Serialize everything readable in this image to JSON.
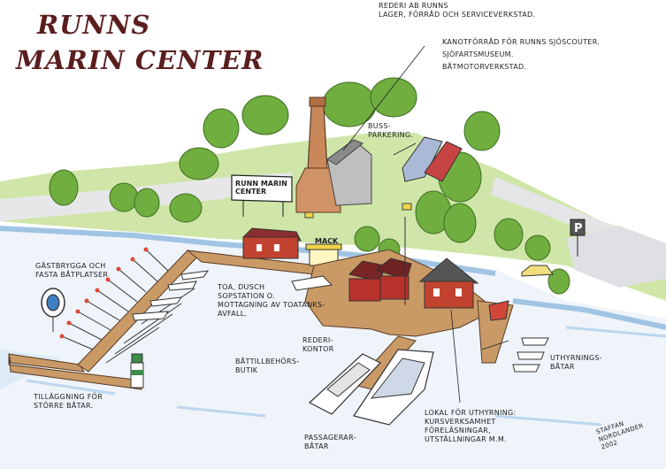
{
  "title": {
    "line1": "RUNNS",
    "line2": "MARIN CENTER"
  },
  "sign": {
    "centre": "RUNN MARIN\nCENTER",
    "kiosk": "MACK"
  },
  "labels": {
    "rederi": "REDERI AB RUNNS\nLAGER, FÖRRÅD och SERVICEVERKSTAD.",
    "kanotforrad": "KANOTFÖRRÅD FÖR RUNNS SJÖSCOUTER.",
    "sjofartsmuseum": "SJÖFARTSMUSEUM.",
    "batmotorverkstad": "BÅTMOTORVERKSTAD.",
    "bussparkering": "BUSS-\nPARKERING.",
    "gastbrygga": "GÄSTBRYGGA OCH\nFASTA BÅTPLATSER",
    "toa": "TOA, DUSCH\nSOPSTATION o.\nMOTTAGNING AV TOATANKS-\nAVFALL.",
    "rederikontor": "REDERI-\nKONTOR",
    "batbutik": "BÅTTILLBEHÖRS-\nBUTIK",
    "uthyrningsbatar": "UTHYRNINGS-\nBÅTAR",
    "tillaggning": "TILLÄGGNING FÖR\nSTÖRRE BÅTAR.",
    "lokal": "LOKAL FÖR UTHYRNING:\nKURSVERKSAMHET\nFÖRELÄSNINGAR,\nUTSTÄLLNINGAR M.M.",
    "passagerarbatar": "PASSAGERAR-\nBÅTAR",
    "signature": "STAFFAN\nNORDLANDER\n2002"
  },
  "colors": {
    "title": "#5a1e1e",
    "water": "#6ea4d6",
    "grass": "#cfe6a8",
    "trees": "#6fae3f",
    "buildings_red": "#c1432f",
    "deck_wood": "#c99a66"
  }
}
